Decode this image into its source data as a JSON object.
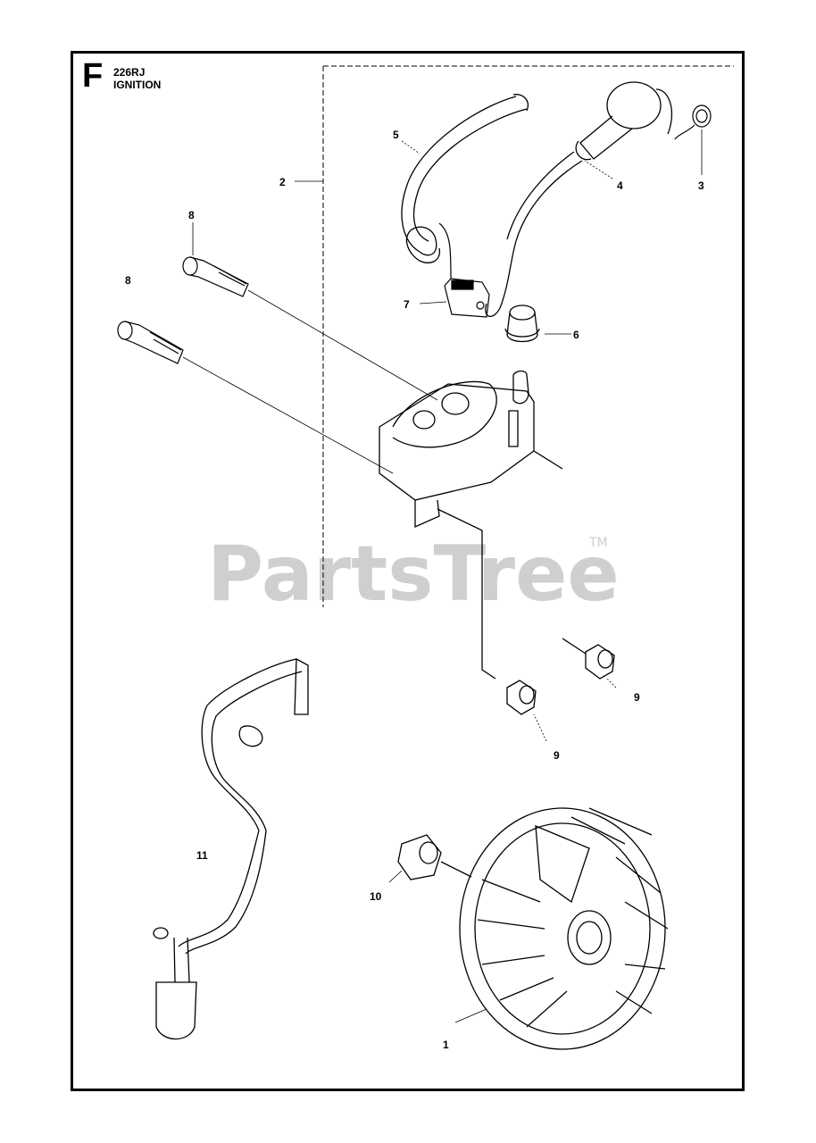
{
  "header": {
    "section_letter": "F",
    "model": "226RJ",
    "title": "IGNITION"
  },
  "watermark": {
    "text": "PartsTree",
    "trademark": "TM"
  },
  "callouts": [
    {
      "id": "c1",
      "label": "1"
    },
    {
      "id": "c2",
      "label": "2"
    },
    {
      "id": "c3",
      "label": "3"
    },
    {
      "id": "c4",
      "label": "4"
    },
    {
      "id": "c5",
      "label": "5"
    },
    {
      "id": "c6",
      "label": "6"
    },
    {
      "id": "c7",
      "label": "7"
    },
    {
      "id": "c8a",
      "label": "8"
    },
    {
      "id": "c8b",
      "label": "8"
    },
    {
      "id": "c9a",
      "label": "9"
    },
    {
      "id": "c9b",
      "label": "9"
    },
    {
      "id": "c10",
      "label": "10"
    },
    {
      "id": "c11",
      "label": "11"
    }
  ],
  "parts": [
    {
      "ref": "1",
      "name-icon": "flywheel-icon"
    },
    {
      "ref": "2",
      "name-icon": "ignition-module-icon"
    },
    {
      "ref": "3",
      "name-icon": "spring-icon"
    },
    {
      "ref": "4",
      "name-icon": "spark-plug-boot-icon"
    },
    {
      "ref": "5",
      "name-icon": "cable-icon"
    },
    {
      "ref": "6",
      "name-icon": "grommet-icon"
    },
    {
      "ref": "7",
      "name-icon": "terminal-icon"
    },
    {
      "ref": "8",
      "name-icon": "screw-icon"
    },
    {
      "ref": "9",
      "name-icon": "spacer-icon"
    },
    {
      "ref": "10",
      "name-icon": "nut-icon"
    },
    {
      "ref": "11",
      "name-icon": "wire-harness-icon"
    }
  ],
  "colors": {
    "line": "#000000",
    "watermark": "#cfcfcf"
  }
}
